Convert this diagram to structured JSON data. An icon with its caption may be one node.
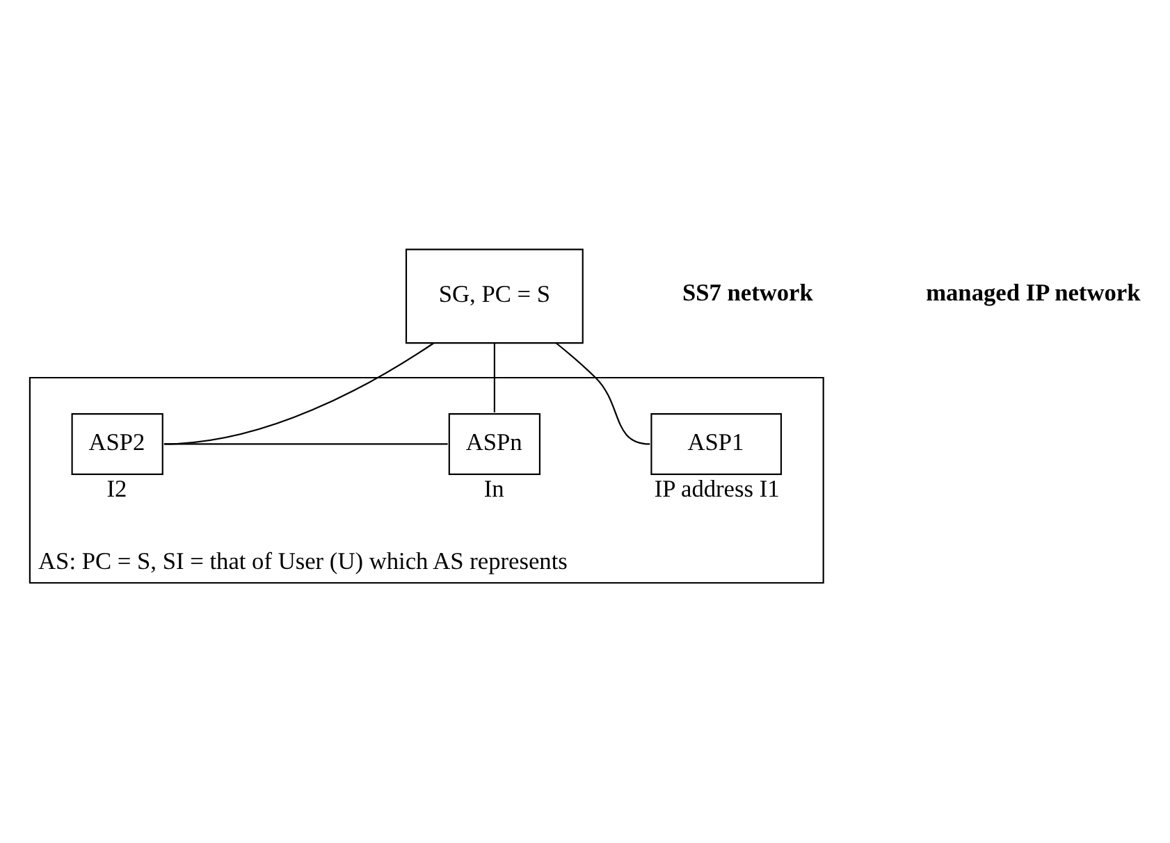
{
  "diagram": {
    "nodes": [
      {
        "text": [
          "SG, PC = S"
        ]
      },
      {
        "text": [
          "AS: PC = S, SI = that of User (U) which AS represents"
        ]
      },
      {
        "text": [
          "ASP1"
        ],
        "in": 1,
        "beside": [
          "IP address I1"
        ]
      },
      {
        "text": [
          "ASP2"
        ],
        "in": 1,
        "beside": [
          "I2"
        ]
      },
      {
        "text": [
          "ASPn"
        ],
        "in": 1,
        "beside": [
          "In"
        ]
      }
    ],
    "edges": [
      {
        "from": 0,
        "to": 2,
        "arrow": "none"
      },
      {
        "from": 0,
        "to": 3,
        "arrow": "none"
      },
      {
        "from": 0,
        "to": 4,
        "arrow": "none"
      },
      {
        "from": 3,
        "to": 4,
        "arrow": "none"
      }
    ],
    "labels": [
      "SS7 network",
      "managed IP network"
    ]
  }
}
